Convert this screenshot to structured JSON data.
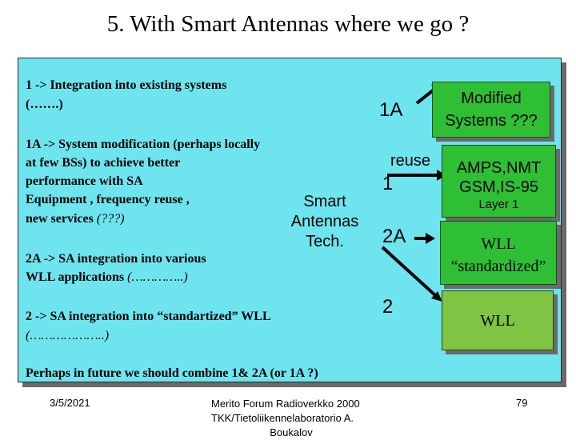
{
  "title": "5. With Smart Antennas where we go ?",
  "left_text": {
    "item1_line1": "1 -> Integration into existing systems",
    "item1_line2": "(…….)",
    "item1a_line1": "1A -> System modification (perhaps locally",
    "item1a_line2": "at few BSs) to achieve better",
    "item1a_line3": "performance with SA",
    "item1a_line4": "Equipment , frequency reuse ,",
    "item1a_line5_prefix": "new services ",
    "item1a_line5_italic": "(???)",
    "item2a_line1": "2A -> SA integration into various",
    "item2a_line2_prefix": "WLL applications ",
    "item2a_line2_italic": "(…………..)",
    "item2_line1": "2 -> SA integration into “standartized” WLL",
    "item2_line2": "(………………..)",
    "bottom_note": "Perhaps in future we should combine 1& 2A (or 1A ?)"
  },
  "center": {
    "smart_line1": "Smart",
    "smart_line2": "Antennas",
    "smart_line3": "Tech."
  },
  "arrow_labels": {
    "label_1a": "1A",
    "label_reuse": "reuse",
    "label_1": "1",
    "label_2a": "2A",
    "label_2": "2"
  },
  "boxes": {
    "modified_line1": "Modified",
    "modified_line2": "Systems ???",
    "existing_line1": "AMPS,NMT",
    "existing_line2": "GSM,IS-95",
    "existing_line3": "Layer 1",
    "wll_std_line1": "WLL",
    "wll_std_line2": "“standardized”",
    "wll": "WLL"
  },
  "footer": {
    "date": "3/5/2021",
    "center_line1": "Merito Forum Radioverkko 2000",
    "center_line2": "TKK/Tietoliikennelaboratorio A.",
    "center_line3": "Boukalov",
    "page": "79"
  },
  "colors": {
    "panel": "#6ee4ee",
    "box_green": "#2fbf35",
    "box_olive": "#7fc442"
  }
}
